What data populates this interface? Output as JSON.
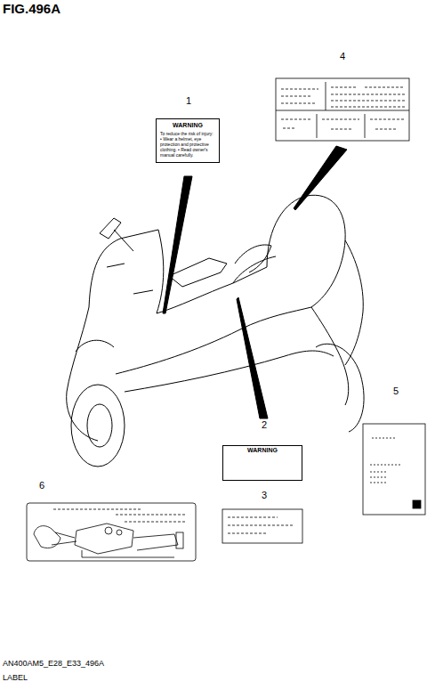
{
  "diagram": {
    "title": "FIG.496A",
    "nodes": [
      {
        "text": [
          "WARNING",
          "To reduce the risk of injury: • Wear a helmet, eye protection and protective clothing. • Read owner's manual carefully."
        ]
      },
      {
        "text": [
          "WARNING"
        ]
      }
    ],
    "edges": [],
    "labels": [
      "1",
      "2",
      "3",
      "4",
      "5",
      "6",
      "AN400AM5_E28_E33_496A",
      "LABEL"
    ]
  }
}
